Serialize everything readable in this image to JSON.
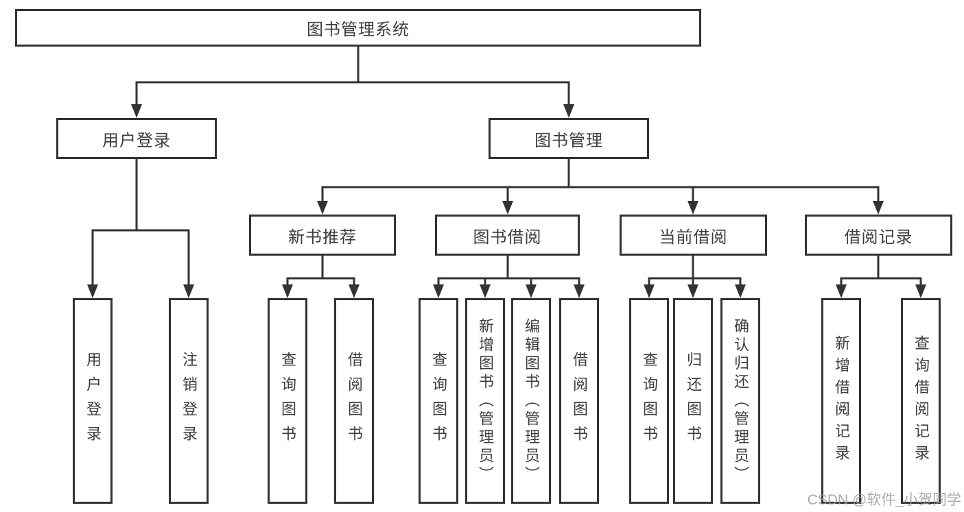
{
  "diagram": {
    "type": "hierarchy-tree",
    "root": {
      "label": "图书管理系统",
      "children": [
        {
          "label": "用户登录",
          "children": [
            {
              "label": "用户登录"
            },
            {
              "label": "注销登录"
            }
          ]
        },
        {
          "label": "图书管理",
          "children": [
            {
              "label": "新书推荐",
              "children": [
                {
                  "label": "查询图书"
                },
                {
                  "label": "借阅图书"
                }
              ]
            },
            {
              "label": "图书借阅",
              "children": [
                {
                  "label": "查询图书"
                },
                {
                  "label": "新增图书（管理员）"
                },
                {
                  "label": "编辑图书（管理员）"
                },
                {
                  "label": "借阅图书"
                }
              ]
            },
            {
              "label": "当前借阅",
              "children": [
                {
                  "label": "查询图书"
                },
                {
                  "label": "归还图书"
                },
                {
                  "label": "确认归还（管理员）"
                }
              ]
            },
            {
              "label": "借阅记录",
              "children": [
                {
                  "label": "新增借阅记录"
                },
                {
                  "label": "查询借阅记录"
                }
              ]
            }
          ]
        }
      ]
    }
  },
  "watermark": {
    "text": "CSDN @软件_小贺同学"
  },
  "colors": {
    "line": "#333333",
    "text": "#3d3d3d",
    "background": "#ffffff",
    "watermark": "#9b9b9b"
  }
}
